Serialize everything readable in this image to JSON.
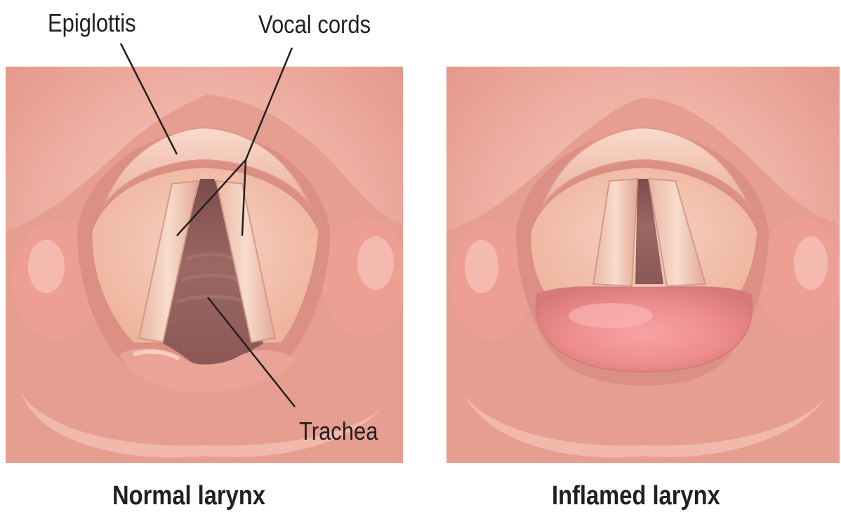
{
  "labels": {
    "epiglottis": "Epiglottis",
    "vocal_cords": "Vocal cords",
    "trachea": "Trachea"
  },
  "captions": {
    "normal": "Normal larynx",
    "inflamed": "Inflamed larynx"
  },
  "colors": {
    "skin": "#eaa497",
    "skin_light": "#f4c3b7",
    "tissue_dark": "#cf8a7f",
    "airway": "#8f5d5a",
    "swelling": "#ef8f8f",
    "leader_line": "#231f20"
  }
}
